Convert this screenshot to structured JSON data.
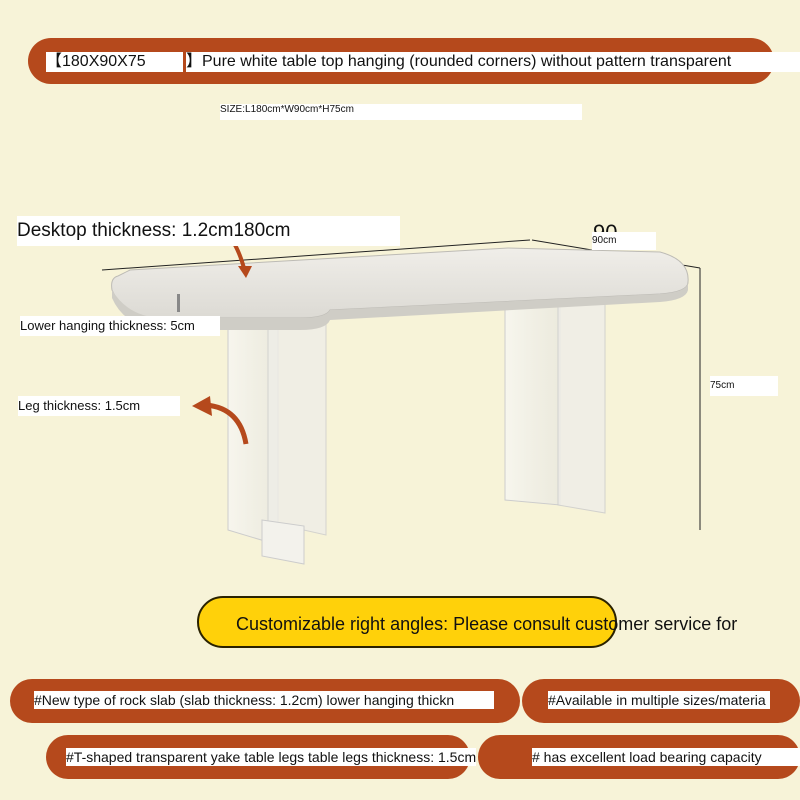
{
  "header": {
    "size_code": "【180X90X75",
    "title": "】Pure white table top hanging (rounded corners) without pattern   transparent",
    "size_spec": "SIZE:L180cm*W90cm*H75cm"
  },
  "callouts": {
    "desktop_thickness": "Desktop thickness: 1.2cm180cm",
    "width_dim": "90cm",
    "lower_hanging": "Lower hanging thickness: 5cm",
    "height_dim": "75cm",
    "leg_thickness": "Leg thickness: 1.5cm"
  },
  "banners": {
    "customizable": "Customizable right angles: Please consult customer service for",
    "rock_slab": "#New type of rock slab (slab thickness: 1.2cm) lower hanging thickn",
    "sizes": "#Available in multiple sizes/materia",
    "legs": "#T-shaped transparent yake table legs table legs thickness: 1.5cm",
    "load": "# has excellent load bearing capacity"
  },
  "colors": {
    "background": "#f7f3d8",
    "pill_brown": "#b5491c",
    "pill_yellow": "#ffd10a",
    "arrow": "#b5491c"
  }
}
